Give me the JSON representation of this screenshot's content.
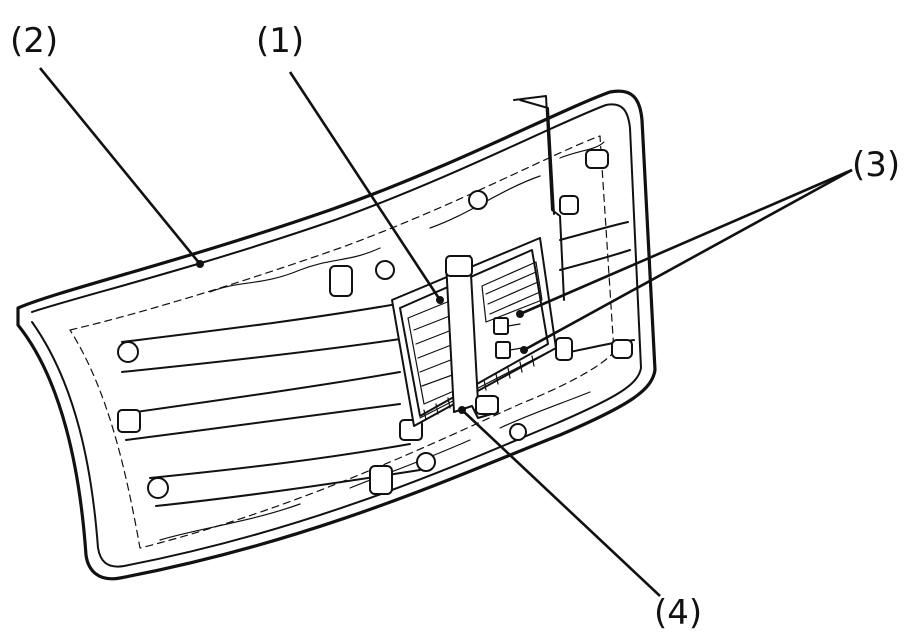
{
  "callouts": [
    {
      "id": "1",
      "label": "(1)"
    },
    {
      "id": "2",
      "label": "(2)"
    },
    {
      "id": "3",
      "label": "(3)"
    },
    {
      "id": "4",
      "label": "(4)"
    }
  ]
}
